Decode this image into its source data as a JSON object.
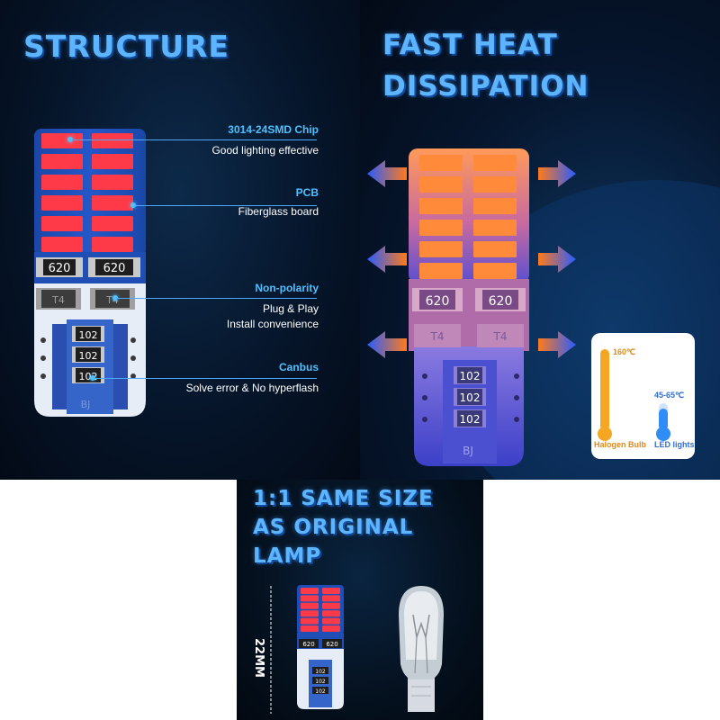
{
  "panel_structure": {
    "title": "STRUCTURE",
    "callouts": [
      {
        "title": "3014-24SMD Chip",
        "desc": [
          "Good lighting effective"
        ]
      },
      {
        "title": "PCB",
        "desc": [
          "Fiberglass board"
        ]
      },
      {
        "title": "Non-polarity",
        "desc": [
          "Plug & Play",
          "Install convenience"
        ]
      },
      {
        "title": "Canbus",
        "desc": [
          "Solve error & No hyperflash"
        ]
      }
    ],
    "resistor_top": "620",
    "diode_mark": "T4",
    "resistor_small": "102",
    "pcb_mark": "BJ"
  },
  "panel_heat": {
    "title_line1": "FAST HEAT",
    "title_line2": "DISSIPATION",
    "resistor_top": "620",
    "diode_mark": "T4",
    "resistor_small": "102",
    "pcb_mark": "BJ",
    "thermo": {
      "halogen_temp": "160℃",
      "led_temp": "45-65℃",
      "halogen_label": "Halogen Bulb",
      "led_label": "LED lights",
      "halogen_color": "#f5a623",
      "led_color": "#2f8df5"
    }
  },
  "panel_size": {
    "title_line1": "1:1 SAME SIZE",
    "title_line2": "AS ORIGINAL",
    "title_line3": "LAMP",
    "dimension": "22MM",
    "resistor_top": "620",
    "resistor_small": "102"
  },
  "colors": {
    "title_blue": "#5db5ff",
    "chip_red": "#ff3a48",
    "chip_orange": "#ff8a3a",
    "pcb_blue": "#1d4fb8"
  }
}
